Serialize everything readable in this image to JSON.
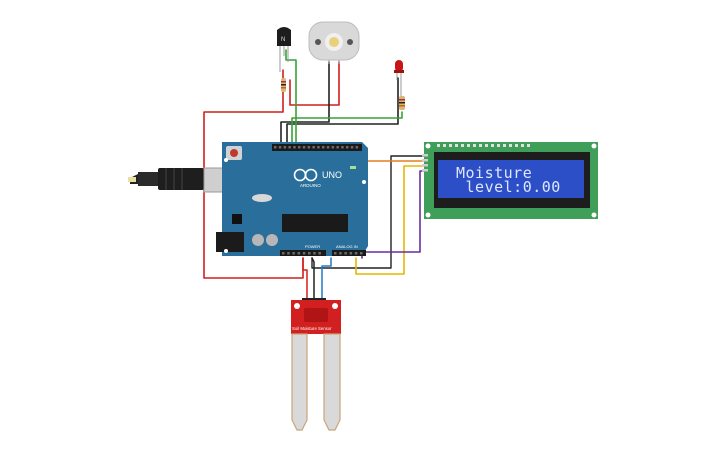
{
  "lcd": {
    "line1": "Moisture",
    "line2": " level:0.00"
  },
  "arduino": {
    "brand": "ARDUINO",
    "model": "UNO",
    "power_label": "POWER",
    "analog_label": "ANALOG IN"
  },
  "sensor": {
    "label": "Soil Moisture Sensor"
  },
  "transistor": {
    "mark": "N"
  },
  "colors": {
    "board": "#2a6f9b",
    "lcd_pcb": "#3f9e57",
    "lcd_screen": "#2c4fc7",
    "sensor_pcb": "#d21f1f",
    "wire_red": "#d11f1f",
    "wire_black": "#222222",
    "wire_green": "#35a335",
    "wire_yellow": "#e6b800",
    "wire_purple": "#6a2ca0",
    "wire_blue": "#1f7ac9",
    "wire_orange": "#e67e22"
  },
  "icons": [
    "usb-cable-icon",
    "dc-motor-icon",
    "led-icon",
    "resistor-icon",
    "npn-transistor-icon",
    "chip-icon"
  ]
}
